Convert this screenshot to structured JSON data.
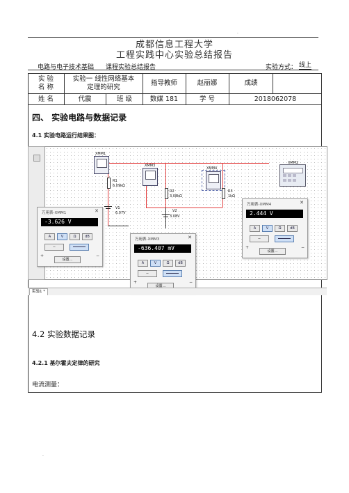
{
  "header": {
    "dot_top": "·",
    "title_line1": "成都信息工程大学",
    "title_line2": "工程实践中心实验总结报告",
    "course": "电路与电子技术基础",
    "doc_type": "课程实验总结报告",
    "method_label": "实验方式：",
    "method_value": "线上"
  },
  "info_table": {
    "row1": {
      "exp_name_label": "实  验\n名  称",
      "exp_name_value": "实验一  线性网络基本\n定理的研究",
      "teacher_label": "指导教师",
      "teacher_value": "赵丽娜",
      "score_label": "成绩",
      "score_value": ""
    },
    "row2": {
      "name_label": "姓  名",
      "name_value": "代震",
      "class_label": "班  级",
      "class_value": "数媒 181",
      "id_label": "学  号",
      "id_value": "2018062078"
    }
  },
  "section4": {
    "heading": "四、  实验电路与数据记录",
    "sub1": "4.1  实验电路运行结果图："
  },
  "circuit": {
    "meters": [
      "XMM1",
      "XMM3",
      "XMM4",
      "XMM2"
    ],
    "components": {
      "r1": {
        "name": "R1",
        "value": "6.09kΩ"
      },
      "r2": {
        "name": "R2",
        "value": "3.08kΩ"
      },
      "r3": {
        "name": "R3",
        "value": "1kΩ"
      },
      "v1": {
        "name": "V1",
        "value": "6.07V"
      },
      "v2": {
        "name": "V2",
        "value": "3.08V"
      }
    },
    "panels": [
      {
        "title": "万用表-XMM1",
        "reading": "-3.626 V"
      },
      {
        "title": "万用表-XMM3",
        "reading": "-636.407 mV"
      },
      {
        "title": "万用表-XMM4",
        "reading": "2.444 V"
      }
    ],
    "panel_buttons": [
      "A",
      "V",
      "Ω",
      "dB"
    ],
    "panel_settings": "设置...",
    "panel_close": "✕",
    "tab_label": "实验1 *"
  },
  "section42": {
    "heading": "4.2  实验数据记录",
    "sub": "4.2.1  基尔霍夫定律的研究",
    "current_label": "电流测量："
  },
  "footer": {
    "dot": "·"
  }
}
